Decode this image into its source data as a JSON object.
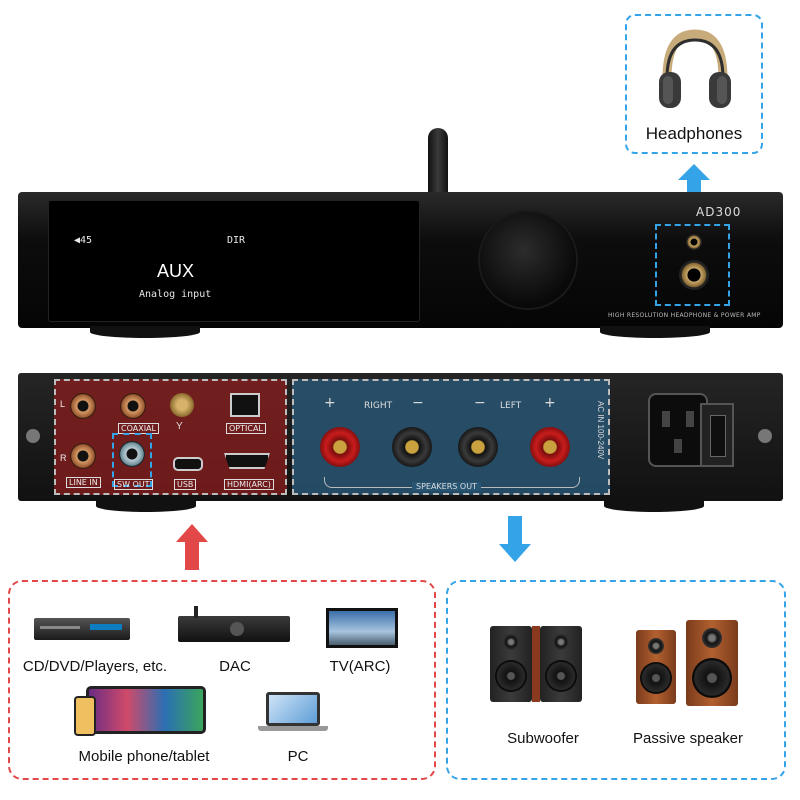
{
  "callouts": {
    "headphones": "Headphones"
  },
  "front_panel": {
    "volume_readout": "◀45",
    "mode": "DIR",
    "source": "AUX",
    "source_desc": "Analog input",
    "model_logo": "AD300",
    "tagline": "HIGH RESOLUTION HEADPHONE & POWER AMP"
  },
  "rear_panel": {
    "input_labels": {
      "coaxial": "COAXIAL",
      "optical": "OPTICAL",
      "line_in": "LINE IN",
      "sw_out": "SW OUT",
      "usb": "USB",
      "hdmi": "HDMI(ARC)",
      "l": "L",
      "r": "R"
    },
    "speaker_labels": {
      "right": "RIGHT",
      "left": "LEFT",
      "plus": "+",
      "minus": "−",
      "speakers_out": "SPEAKERS OUT"
    },
    "power": "AC IN 100-240V"
  },
  "sources": {
    "items": [
      {
        "label": "CD/DVD/Players, etc."
      },
      {
        "label": "DAC"
      },
      {
        "label": "TV(ARC)"
      },
      {
        "label": "Mobile phone/tablet"
      },
      {
        "label": "PC"
      }
    ]
  },
  "outputs": {
    "items": [
      {
        "label": "Subwoofer"
      },
      {
        "label": "Passive speaker"
      }
    ]
  },
  "colors": {
    "accent_blue": "#34a3e8",
    "accent_red": "#e24848"
  }
}
